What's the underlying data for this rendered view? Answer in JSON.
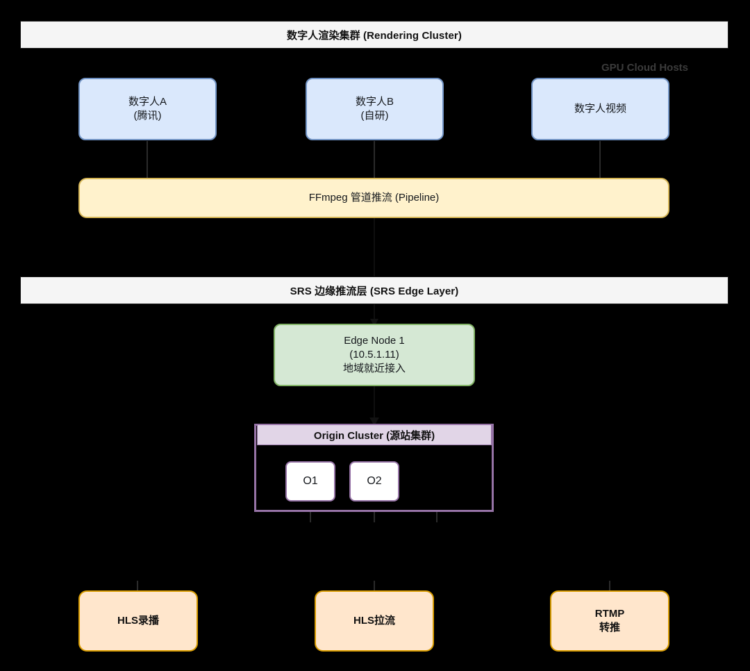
{
  "diagram": {
    "title": "数字人渲染集群 (Rendering Cluster)",
    "background_color": "#000000",
    "type": "flowchart"
  },
  "lanes": [
    {
      "id": "rendering",
      "label": "数字人渲染集群 (Rendering Cluster)"
    },
    {
      "id": "srs_edge",
      "label": "SRS 边缘推流层 (SRS Edge Layer)"
    }
  ],
  "annotations": [
    {
      "id": "gpu_cloud_hosts",
      "label": "GPU Cloud Hosts",
      "color": "#3b3b3b"
    }
  ],
  "nodes": {
    "avatar_a": {
      "line1": "数字人A",
      "line2": "(腾讯)",
      "fill": "#dae8fc",
      "stroke": "#7193c4"
    },
    "avatar_b": {
      "line1": "数字人B",
      "line2": "(自研)",
      "fill": "#dae8fc",
      "stroke": "#7193c4"
    },
    "avatar_video": {
      "line1": "数字人视频",
      "fill": "#dae8fc",
      "stroke": "#7193c4"
    },
    "ffmpeg": {
      "line1": "FFmpeg 管道推流 (Pipeline)",
      "fill": "#fff2cc",
      "stroke": "#d6b656"
    },
    "edge_node_1": {
      "line1": "Edge Node 1",
      "line2": "(10.5.1.11)",
      "line3": "地域就近接入",
      "fill": "#d5e8d4",
      "stroke": "#82b366"
    },
    "origin_cluster": {
      "title": "Origin Cluster (源站集群)",
      "fill": "#e1d5e7",
      "stroke": "#9673a6"
    },
    "origin_o1": {
      "line1": "O1",
      "fill": "#ffffff",
      "stroke": "#9673a6"
    },
    "origin_o2": {
      "line1": "O2",
      "fill": "#ffffff",
      "stroke": "#9673a6"
    },
    "hls_record": {
      "line1": "HLS录播",
      "fill": "#ffe6cc",
      "stroke": "#d79b00"
    },
    "hls_pull": {
      "line1": "HLS拉流",
      "fill": "#ffe6cc",
      "stroke": "#d79b00"
    },
    "rtmp_relay": {
      "line1": "RTMP",
      "line2": "转推",
      "fill": "#ffe6cc",
      "stroke": "#d79b00"
    }
  }
}
